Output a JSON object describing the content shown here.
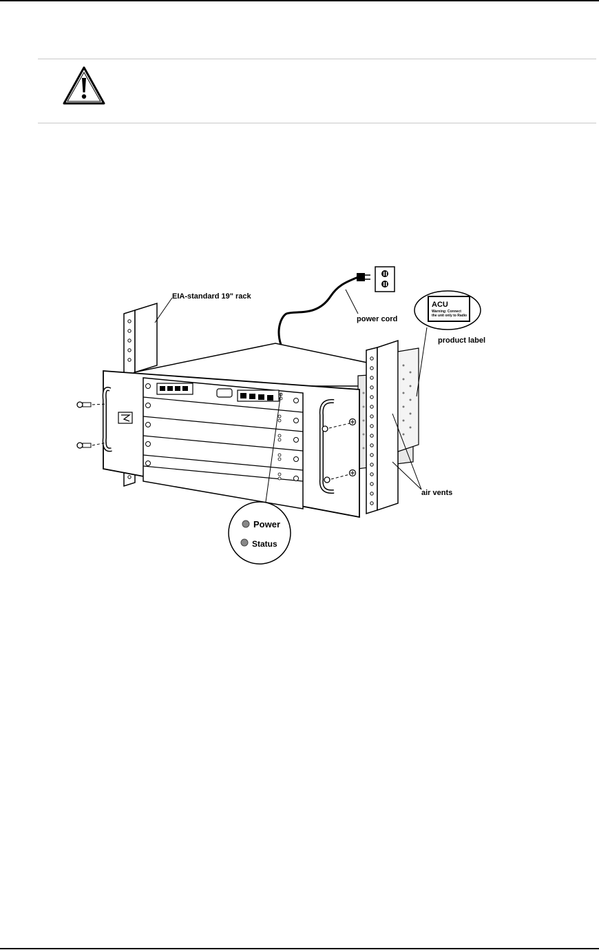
{
  "caution": {
    "icon": "warning-triangle-icon"
  },
  "figure": {
    "labels": {
      "rack": "EIA-standard 19\" rack",
      "power_cord": "power cord",
      "product_label": "product label",
      "air_vents": "air vents"
    },
    "product_label_card": {
      "title": "ACU",
      "line1": "Warning: Connect",
      "line2": "the unit only to Radio"
    },
    "callout": {
      "power": "Power",
      "status": "Status"
    }
  }
}
